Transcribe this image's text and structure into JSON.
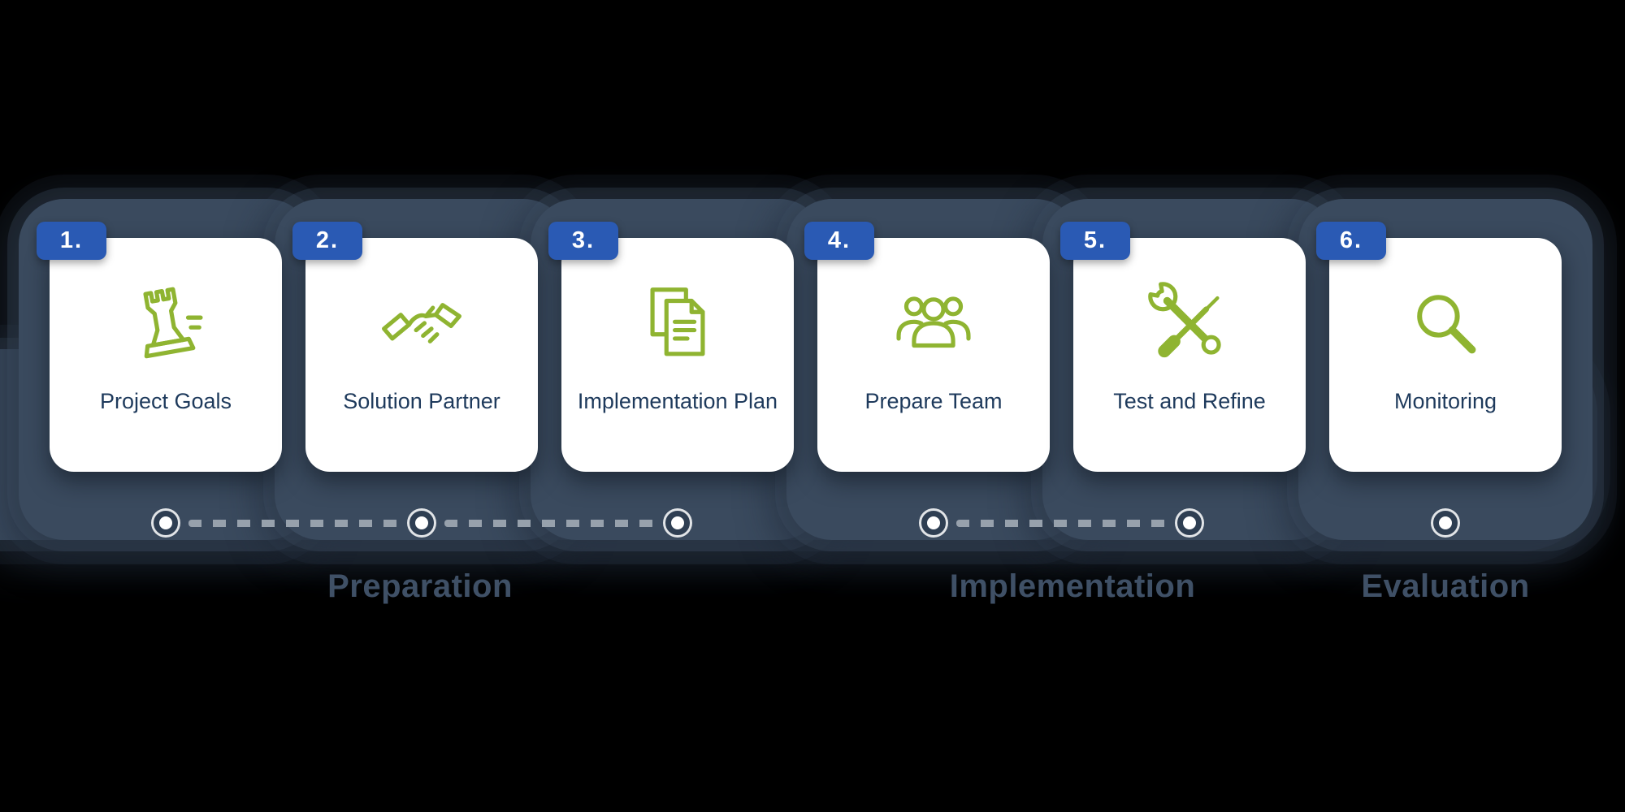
{
  "colors": {
    "bg": "#000000",
    "card_bg": "#ffffff",
    "accent_blue": "#2a5ab4",
    "icon_green": "#8fb431",
    "text_navy": "#1e3a5c",
    "phase_text": "#3f5066",
    "blob": "#3a4a5e",
    "dash": "#97a1ac",
    "marker_ring": "#2e3e52"
  },
  "steps": [
    {
      "number": "1.",
      "label": "Project Goals",
      "icon": "chess-rook-icon"
    },
    {
      "number": "2.",
      "label": "Solution Partner",
      "icon": "handshake-icon"
    },
    {
      "number": "3.",
      "label": "Implementation Plan",
      "icon": "documents-icon"
    },
    {
      "number": "4.",
      "label": "Prepare Team",
      "icon": "team-icon"
    },
    {
      "number": "5.",
      "label": "Test and Refine",
      "icon": "tools-icon"
    },
    {
      "number": "6.",
      "label": "Monitoring",
      "icon": "magnifier-icon"
    }
  ],
  "phases": [
    {
      "label": "Preparation"
    },
    {
      "label": "Implementation"
    },
    {
      "label": "Evaluation"
    }
  ]
}
